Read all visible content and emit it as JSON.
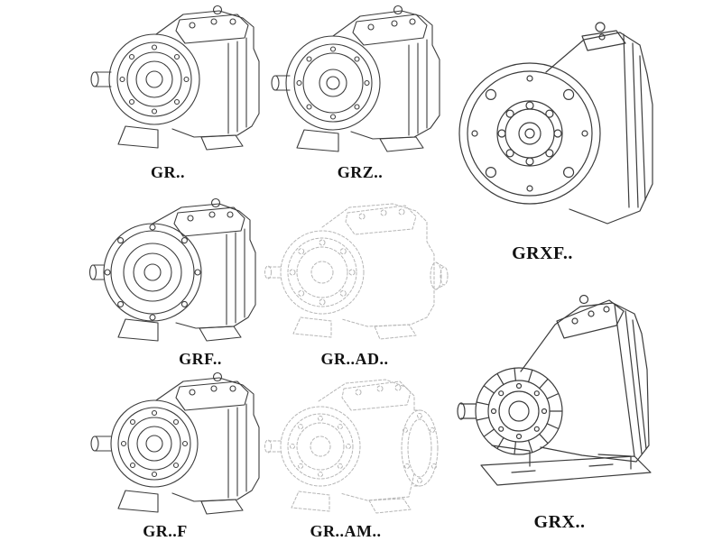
{
  "models": [
    {
      "id": "gr",
      "label": "GR.."
    },
    {
      "id": "grz",
      "label": "GRZ.."
    },
    {
      "id": "grxf",
      "label": "GRXF.."
    },
    {
      "id": "grf",
      "label": "GRF.."
    },
    {
      "id": "gr-ad",
      "label": "GR..AD.."
    },
    {
      "id": "gr-f",
      "label": "GR..F"
    },
    {
      "id": "gr-am",
      "label": "GR..AM.."
    },
    {
      "id": "grx",
      "label": "GRX.."
    }
  ],
  "colors": {
    "line": "#3c3c3c",
    "ghost_line": "#b6b6b6",
    "label": "#111111",
    "background": "#ffffff"
  }
}
